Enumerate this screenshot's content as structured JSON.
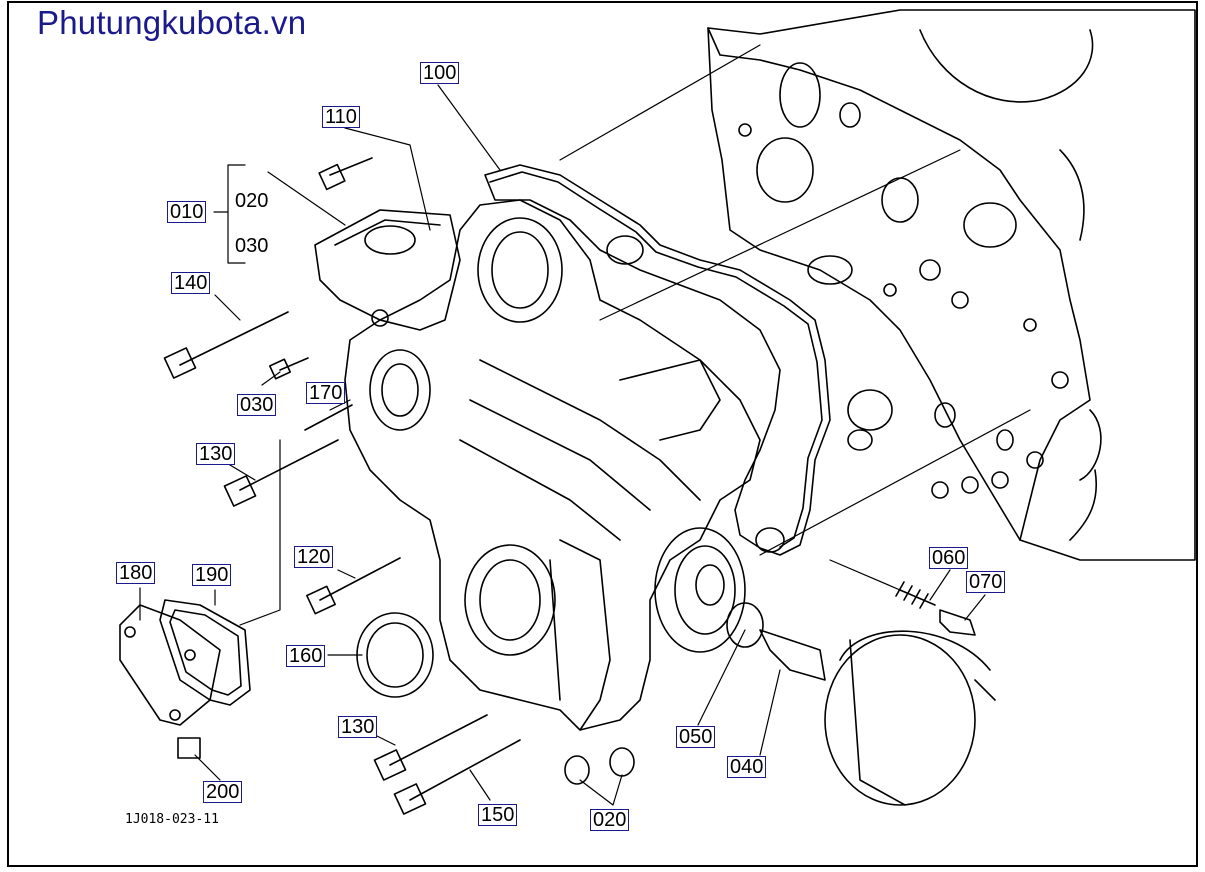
{
  "brand": "Phutungkubota.vn",
  "drawing_code": "1J018-023-11",
  "labels": {
    "p100": "100",
    "p110": "110",
    "p010": "010",
    "p020a": "020",
    "p030a": "030",
    "p140": "140",
    "p030b": "030",
    "p170": "170",
    "p130a": "130",
    "p120": "120",
    "p180": "180",
    "p190": "190",
    "p160": "160",
    "p130b": "130",
    "p150": "150",
    "p020b": "020",
    "p200": "200",
    "p050": "050",
    "p040": "040",
    "p060": "060",
    "p070": "070"
  }
}
